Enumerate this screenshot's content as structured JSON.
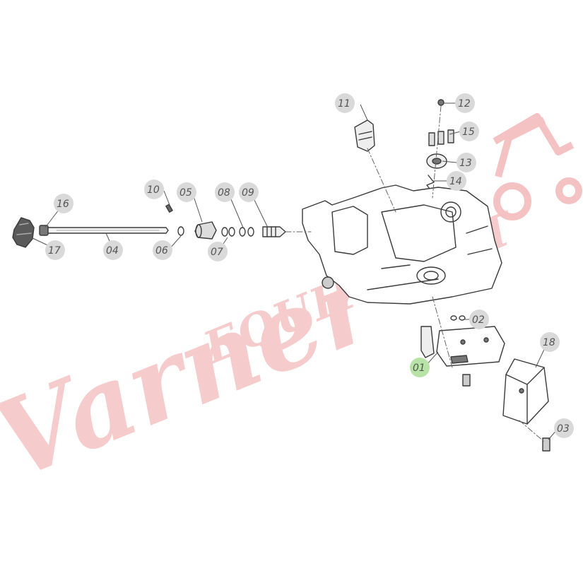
{
  "diagram": {
    "parts": [
      "01",
      "02",
      "03",
      "04",
      "05",
      "06",
      "07",
      "08",
      "09",
      "10",
      "11",
      "12",
      "13",
      "14",
      "15",
      "16",
      "17",
      "18"
    ],
    "highlighted_part": "01",
    "colors": {
      "line": "#3a3a3a",
      "callout_bubble": "#d9d9d9",
      "highlight_bubble": "#b7e4a6",
      "watermark": "#f3b7b7"
    }
  },
  "watermark": {
    "script_text": "Varner",
    "block_text": "EQUIPMENT"
  }
}
